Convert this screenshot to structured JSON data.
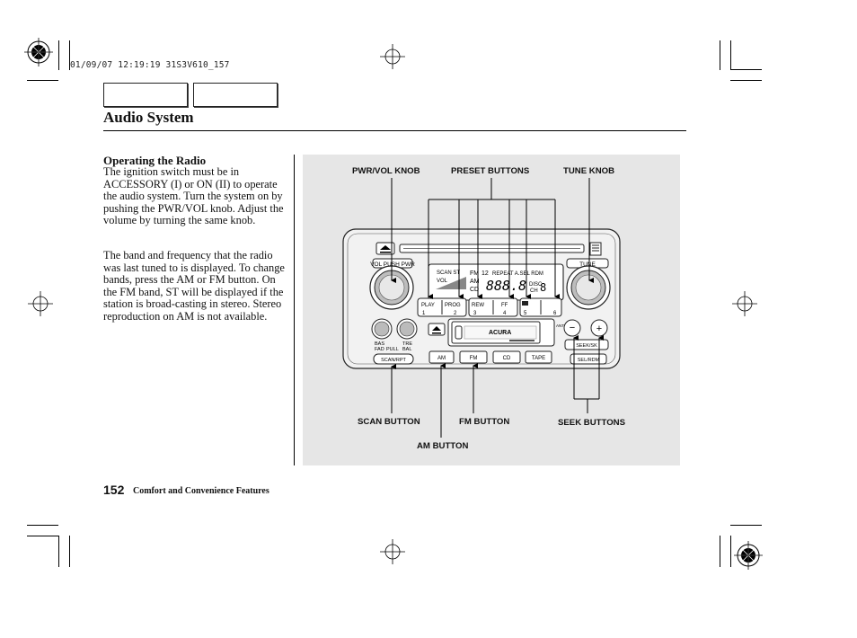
{
  "print_stamp": "01/09/07 12:19:19 31S3V610_157",
  "nav_tabs": [
    "",
    ""
  ],
  "section_title": "Audio System",
  "heading": "Operating the Radio",
  "paragraphs": [
    "The ignition switch must be in ACCESSORY (I) or ON (II) to operate the audio system. Turn the system on by pushing the PWR/VOL knob. Adjust the volume by turning the same knob.",
    "The band and frequency that the radio was last tuned to is displayed. To change bands, press the AM or FM button. On the FM band, ST will be displayed if the station is broad-casting in stereo. Stereo reproduction on AM is not available."
  ],
  "figure": {
    "callouts": {
      "pwr_vol_knob": "PWR/VOL KNOB",
      "preset_buttons": "PRESET BUTTONS",
      "tune_knob": "TUNE KNOB",
      "scan_button": "SCAN BUTTON",
      "fm_button": "FM BUTTON",
      "seek_buttons": "SEEK BUTTONS",
      "am_button": "AM BUTTON"
    },
    "radio": {
      "vol_pwr": "VOL PUSH PWR",
      "tune": "TUNE",
      "display_line1": "SCAN ST",
      "display_vol": "VOL",
      "display_fm": "FM",
      "display_12": "12",
      "display_am": "AM",
      "display_cd": "CD",
      "display_repeat": "REPEAT A.SEL RDM",
      "display_digits": "888.8",
      "display_disc": "DISC",
      "display_ch": "CH",
      "display_disc_digit": "8",
      "presets": [
        {
          "label": "PLAY",
          "num": "1"
        },
        {
          "label": "PROG",
          "num": "2"
        },
        {
          "label": "REW",
          "num": "3"
        },
        {
          "label": "FF",
          "num": "4"
        },
        {
          "label": "",
          "num": "5"
        },
        {
          "label": "",
          "num": "6"
        }
      ],
      "bas": "BAS",
      "tre": "TRE",
      "fad": "FAD",
      "pull": "PULL",
      "bal": "BAL",
      "scan_rpt": "SCAN/RPT",
      "brand": "ACURA",
      "anti_theft": "ANTI THEFT",
      "am": "AM",
      "fm": "FM",
      "cd": "CD",
      "tape": "TAPE",
      "seek_sk": "SEEK/SK",
      "sel_rdm": "SEL/RDM",
      "minus": "−",
      "plus": "+"
    }
  },
  "page_number": "152",
  "footer_text": "Comfort and Convenience Features"
}
